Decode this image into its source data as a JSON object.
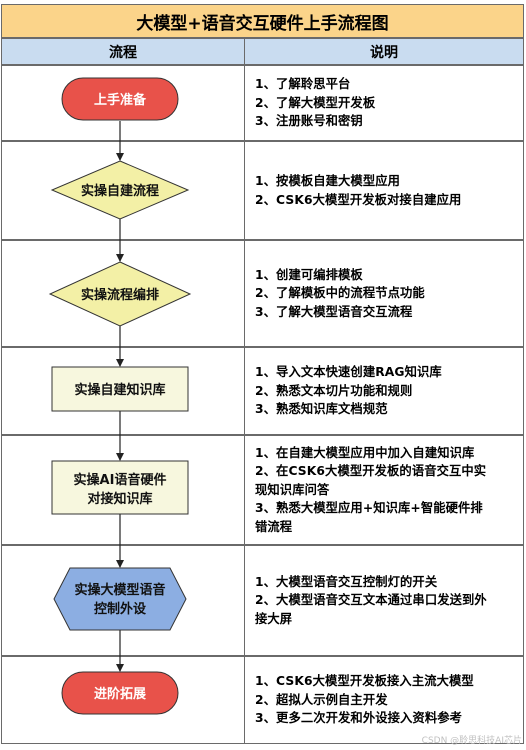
{
  "title": "大模型+语音交互硬件上手流程图",
  "headers": {
    "flow": "流程",
    "description": "说明"
  },
  "steps": [
    {
      "label": "上手准备",
      "shape": "terminal",
      "notes": [
        "1、了解聆思平台",
        "2、了解大模型开发板",
        "3、注册账号和密钥"
      ]
    },
    {
      "label": "实操自建流程",
      "shape": "diamond",
      "notes": [
        "1、按模板自建大模型应用",
        "2、CSK6大模型开发板对接自建应用"
      ]
    },
    {
      "label": "实操流程编排",
      "shape": "diamond",
      "notes": [
        "1、创建可编排模板",
        "2、了解模板中的流程节点功能",
        "3、了解大模型语音交互流程"
      ]
    },
    {
      "label": "实操自建知识库",
      "shape": "process",
      "notes": [
        "1、导入文本快速创建RAG知识库",
        "2、熟悉文本切片功能和规则",
        "3、熟悉知识库文档规范"
      ]
    },
    {
      "label": "实操AI语音硬件对接知识库",
      "label_lines": [
        "实操AI语音硬件",
        "对接知识库"
      ],
      "shape": "process",
      "notes": [
        "1、在自建大模型应用中加入自建知识库",
        "2、在CSK6大模型开发板的语音交互中实",
        "现知识库问答",
        "3、熟悉大模型应用+知识库+智能硬件排",
        "错流程"
      ]
    },
    {
      "label": "实操大模型语音控制外设",
      "label_lines": [
        "实操大模型语音",
        "控制外设"
      ],
      "shape": "hexagon",
      "notes": [
        "1、大模型语音交互控制灯的开关",
        "2、大模型语音交互文本通过串口发送到外",
        "接大屏"
      ]
    },
    {
      "label": "进阶拓展",
      "shape": "terminal",
      "notes": [
        "1、CSK6大模型开发板接入主流大模型",
        "2、超拟人示例自主开发",
        "3、更多二次开发和外设接入资料参考"
      ]
    }
  ],
  "colors": {
    "terminal_fill": "#e8524a",
    "diamond_fill": "#f3f0a6",
    "process_fill": "#f7f7de",
    "hexagon_fill": "#8caee2",
    "title_bg": "#fbd48a",
    "header_bg": "#c9dcf0"
  },
  "watermark": "CSDN @聆思科技AI芯片"
}
